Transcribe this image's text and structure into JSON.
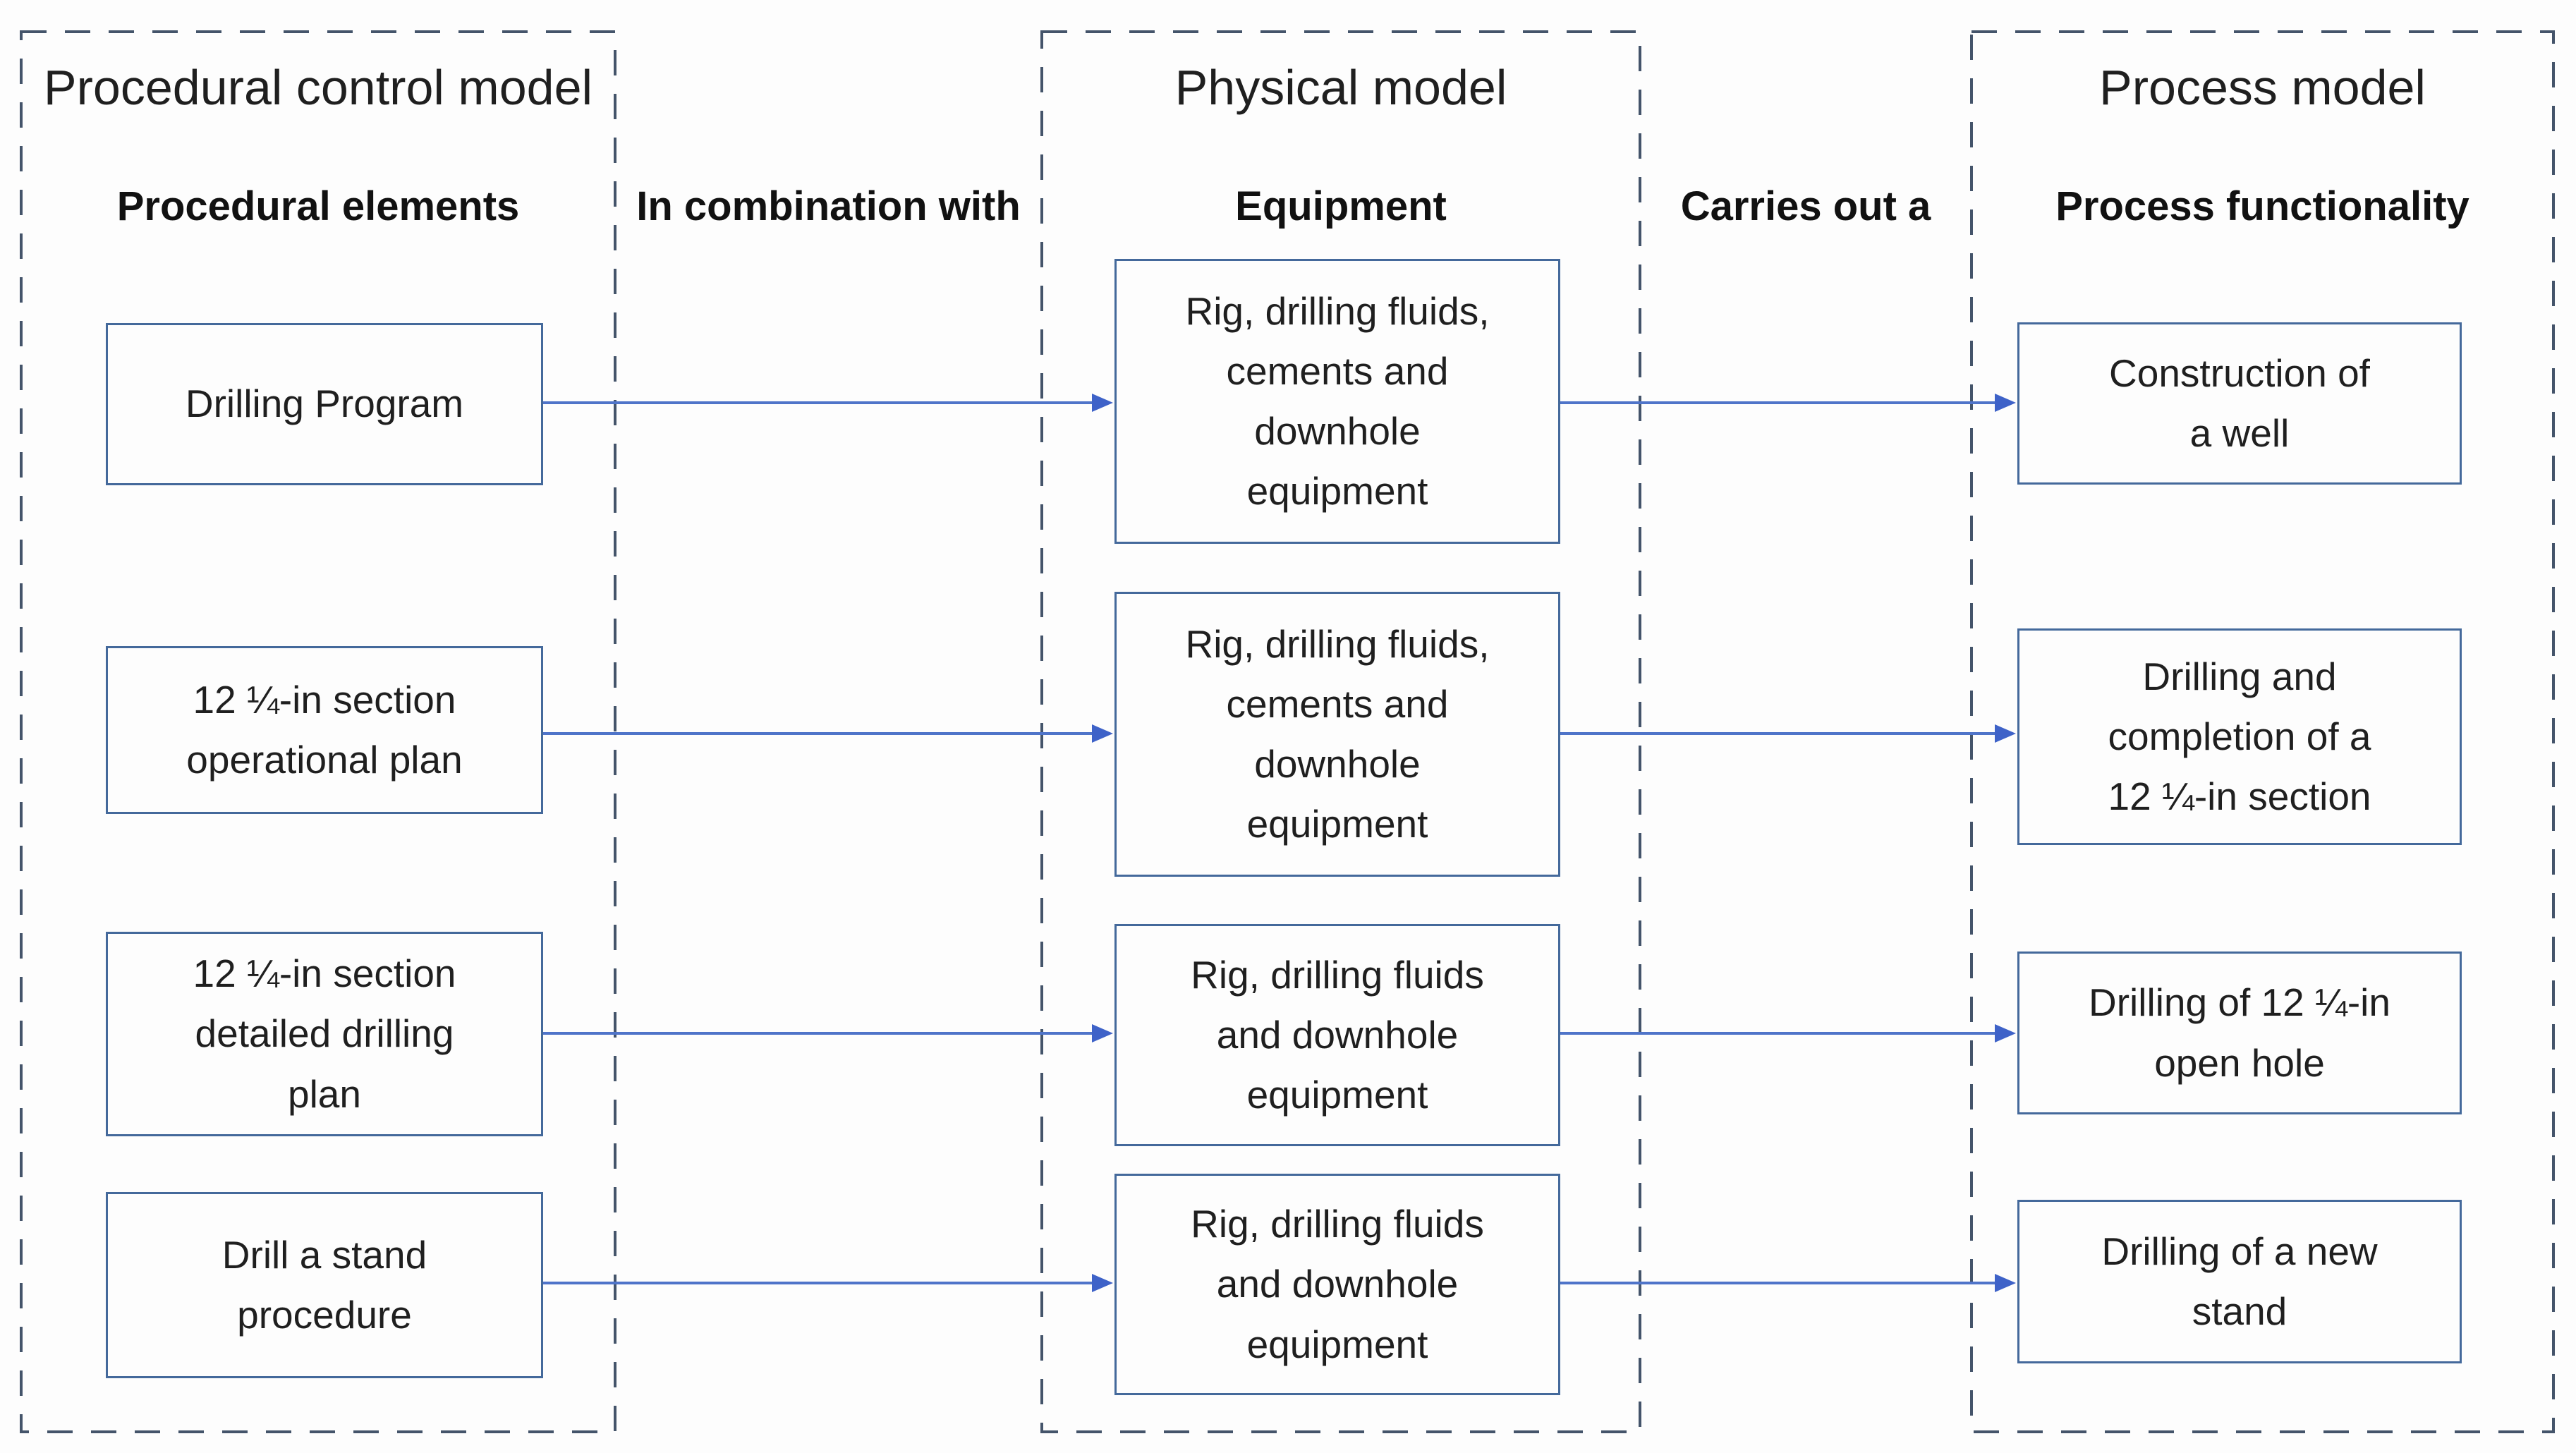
{
  "diagram": {
    "colors": {
      "box_border": "#44699b",
      "dashed_boundary": "#44546A",
      "arrow_line": "#4f74c9",
      "arrow_head": "#3e62c8",
      "text": "#1f1f1f",
      "background": "#fdfdfd"
    },
    "models": [
      {
        "title": "Procedural control model",
        "header": "Procedural elements"
      },
      {
        "title": "Physical model",
        "header": "Equipment"
      },
      {
        "title": "Process model",
        "header": "Process functionality"
      }
    ],
    "relations": [
      {
        "label": "In combination with"
      },
      {
        "label": "Carries out a"
      }
    ],
    "rows": [
      {
        "procedural": "Drilling Program",
        "equipment": "Rig, drilling fluids,\ncements and\ndownhole\nequipment",
        "process": "Construction of\na well"
      },
      {
        "procedural": "12 ¼-in section\noperational plan",
        "equipment": "Rig, drilling fluids,\ncements and\ndownhole\nequipment",
        "process": "Drilling and\ncompletion of a\n12 ¼-in section"
      },
      {
        "procedural": "12 ¼-in section\ndetailed drilling\nplan",
        "equipment": "Rig, drilling fluids\nand downhole\nequipment",
        "process": "Drilling of 12 ¼-in\nopen hole"
      },
      {
        "procedural": "Drill a stand\nprocedure",
        "equipment": "Rig, drilling fluids\nand downhole\nequipment",
        "process": "Drilling of a new\nstand"
      }
    ]
  }
}
